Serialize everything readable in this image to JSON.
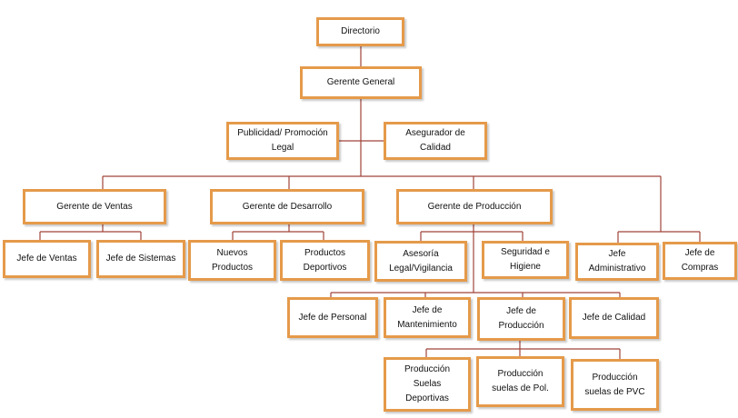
{
  "colors": {
    "box_border": "#e59a4a",
    "connector": "#a0443a",
    "text": "#111111"
  },
  "nodes": {
    "directorio": "Directorio",
    "gerente_general": "Gerente General",
    "publicidad": "Publicidad/ Promoción\nLegal",
    "asegurador": "Asegurador de\nCalidad",
    "gerente_ventas": "Gerente de Ventas",
    "gerente_desarrollo": "Gerente de Desarrollo",
    "gerente_produccion": "Gerente de Producción",
    "jefe_ventas": "Jefe de Ventas",
    "jefe_sistemas": "Jefe de Sistemas",
    "nuevos_productos": "Nuevos\nProductos",
    "productos_deportivos": "Productos\nDeportivos",
    "asesoria": "Asesoría\nLegal/Vigilancia",
    "seguridad": "Seguridad e\nHigiene",
    "jefe_administrativo": "Jefe\nAdministrativo",
    "jefe_compras": "Jefe de\nCompras",
    "jefe_personal": "Jefe de Personal",
    "jefe_mantenimiento": "Jefe de\nMantenimiento",
    "jefe_produccion": "Jefe de\nProducción",
    "jefe_calidad": "Jefe de Calidad",
    "prod_deportivas": "Producción\nSuelas\nDeportivas",
    "prod_pol": "Producción\nsuelas de Pol.",
    "prod_pvc": "Producción\nsuelas de PVC"
  }
}
